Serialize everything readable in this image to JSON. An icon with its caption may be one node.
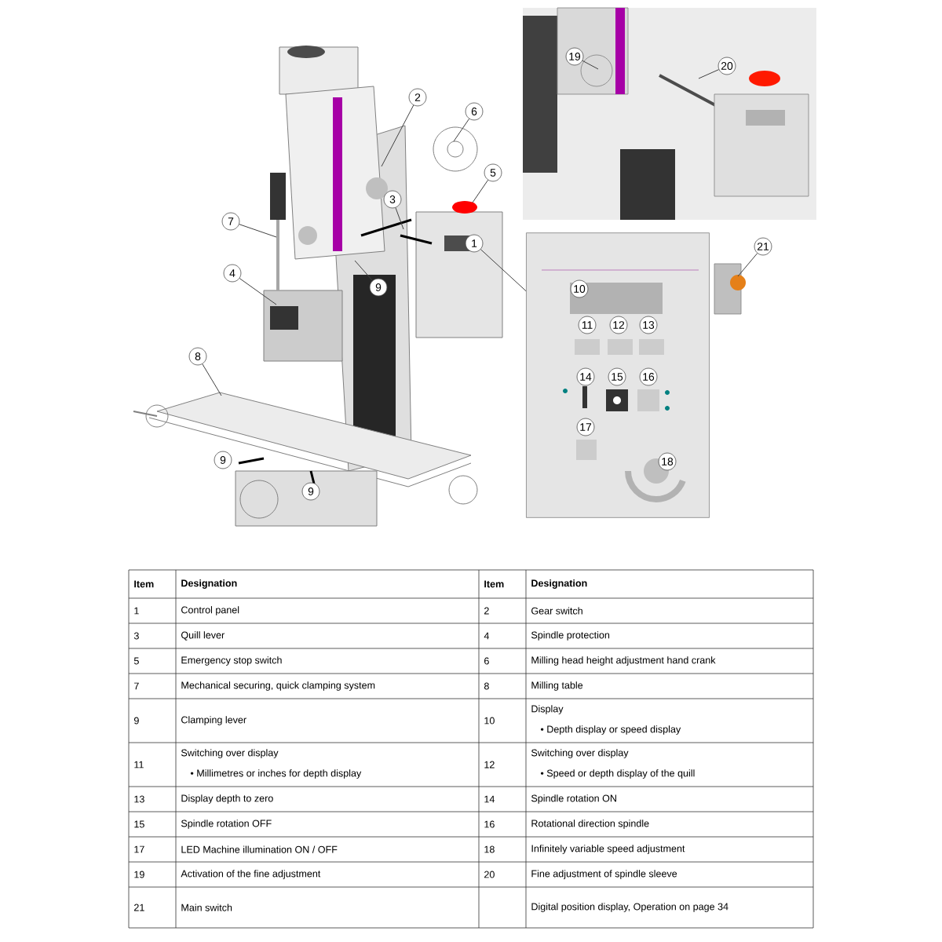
{
  "diagram": {
    "nodes": [
      {
        "text": [
          "1"
        ]
      },
      {
        "text": [
          "2"
        ]
      },
      {
        "text": [
          "3"
        ]
      },
      {
        "text": [
          "4"
        ]
      },
      {
        "text": [
          "5"
        ]
      },
      {
        "text": [
          "6"
        ]
      },
      {
        "text": [
          "7"
        ]
      },
      {
        "text": [
          "8"
        ]
      },
      {
        "text": [
          "9"
        ]
      },
      {
        "text": [
          "19"
        ]
      },
      {
        "text": [
          "20"
        ]
      },
      {
        "text": [
          "21"
        ]
      },
      {
        "text": [
          "9"
        ]
      },
      {
        "text": [
          "9"
        ]
      },
      {
        "text": [],
        "shape": "box"
      },
      {
        "text": [
          "10"
        ],
        "in": 14
      },
      {
        "text": [
          "11"
        ],
        "in": 14
      },
      {
        "text": [
          "12"
        ],
        "in": 14
      },
      {
        "text": [
          "13"
        ],
        "in": 14
      },
      {
        "text": [
          "14"
        ],
        "in": 14
      },
      {
        "text": [
          "15"
        ],
        "in": 14
      },
      {
        "text": [
          "16"
        ],
        "in": 14
      },
      {
        "text": [
          "17"
        ],
        "in": 14
      },
      {
        "text": [
          "18"
        ],
        "in": 14
      }
    ],
    "edges": [
      {
        "from": 0,
        "to": 14,
        "arrow": "none"
      },
      {
        "from": 1,
        "to": null,
        "arrow": "none"
      },
      {
        "from": 2,
        "to": null,
        "arrow": "none"
      },
      {
        "from": 3,
        "to": null,
        "arrow": "none"
      },
      {
        "from": 4,
        "to": null,
        "arrow": "none"
      },
      {
        "from": 5,
        "to": null,
        "arrow": "none"
      },
      {
        "from": 6,
        "to": null,
        "arrow": "none"
      },
      {
        "from": 7,
        "to": null,
        "arrow": "none"
      },
      {
        "from": 8,
        "to": null,
        "arrow": "none"
      },
      {
        "from": 9,
        "to": null,
        "arrow": "none"
      },
      {
        "from": 10,
        "to": null,
        "arrow": "none"
      },
      {
        "from": 11,
        "to": null,
        "arrow": "none"
      }
    ],
    "labels": [
      "Item",
      "Designation",
      "Item",
      "Designation",
      "1",
      "Control panel",
      "2",
      "Gear switch",
      "3",
      "Quill lever",
      "4",
      "Spindle protection",
      "5",
      "Emergency stop switch",
      "6",
      "Milling head height adjustment hand crank",
      "7",
      "Mechanical securing, quick clamping system",
      "8",
      "Milling table",
      "9",
      "Clamping lever",
      "10",
      "Display",
      "• Depth display or speed display",
      "11",
      "Switching over display",
      "• Millimetres or inches for depth display",
      "12",
      "Switching over display",
      "• Speed or depth display of the quill",
      "13",
      "Display depth to zero",
      "14",
      "Spindle rotation ON",
      "15",
      "Spindle rotation OFF",
      "16",
      "Rotational direction spindle",
      "17",
      "LED Machine illumination ON / OFF",
      "18",
      "Infinitely variable speed adjustment",
      "19",
      "Activation of the fine adjustment",
      "20",
      "Fine adjustment of spindle sleeve",
      "21",
      "Main switch",
      "Digital position display, Operation on page 34"
    ]
  }
}
